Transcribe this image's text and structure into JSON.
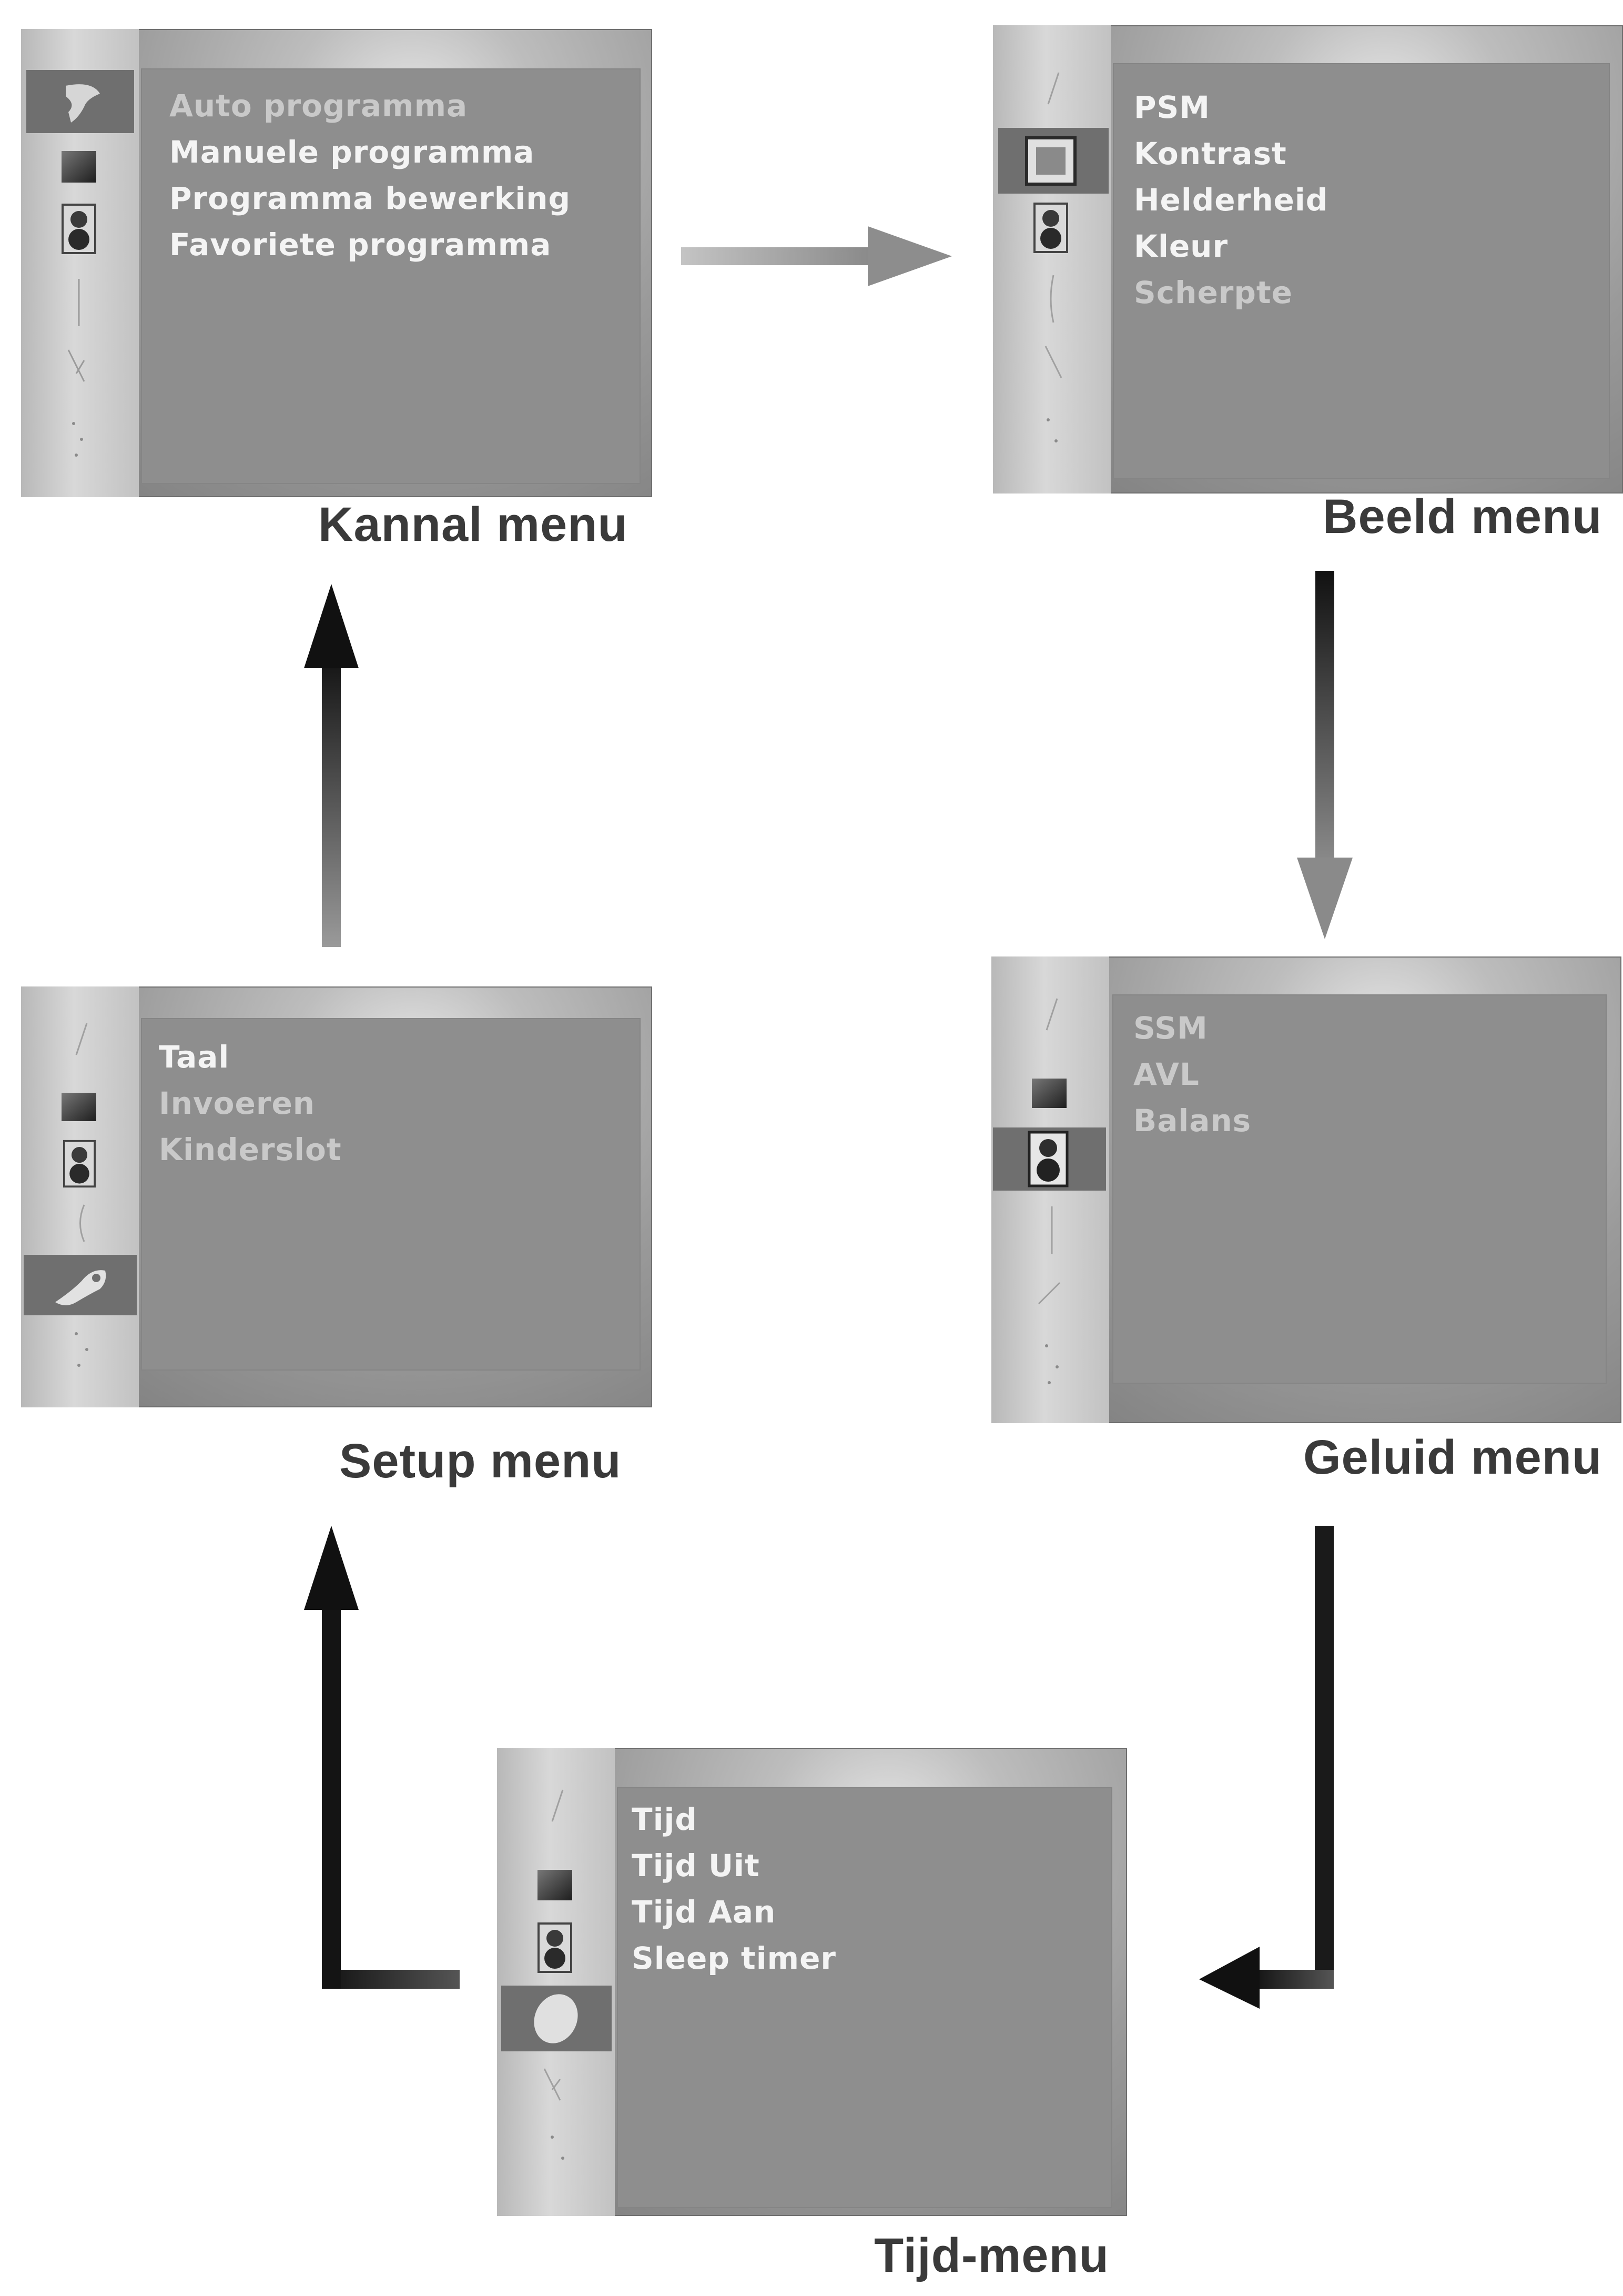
{
  "colors": {
    "arrow_dark": "#111111",
    "arrow_light": "#b8b8b8",
    "panel": "#8e8e8e",
    "selected_icon_bg": "#6f6f6f"
  },
  "menus": {
    "kannal": {
      "caption": "Kannal menu",
      "selected_icon": "satellite-dish-icon",
      "items": [
        "Auto programma",
        "Manuele programma",
        "Programma bewerking",
        "Favoriete programma"
      ]
    },
    "beeld": {
      "caption": "Beeld menu",
      "selected_icon": "picture-icon",
      "items": [
        "PSM",
        "Kontrast",
        "Helderheid",
        "Kleur",
        "Scherpte"
      ]
    },
    "geluid": {
      "caption": "Geluid menu",
      "selected_icon": "speaker-icon",
      "items": [
        "SSM",
        "AVL",
        "Balans"
      ]
    },
    "tijd": {
      "caption": "Tijd-menu",
      "selected_icon": "clock-icon",
      "items": [
        "Tijd",
        "Tijd Uit",
        "Tijd Aan",
        "Sleep timer"
      ]
    },
    "setup": {
      "caption": "Setup menu",
      "selected_icon": "wrench-icon",
      "items": [
        "Taal",
        "Invoeren",
        "Kinderslot"
      ]
    }
  }
}
